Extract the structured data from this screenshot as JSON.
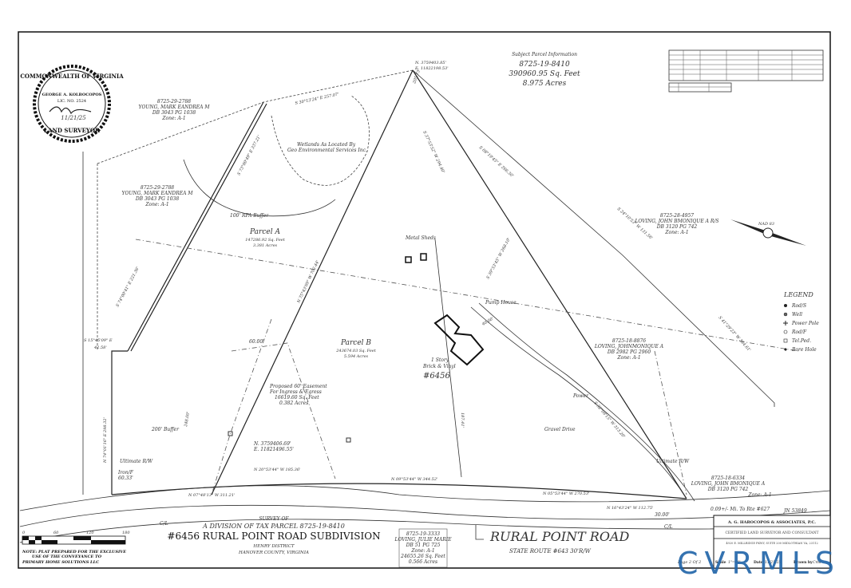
{
  "subject_parcel": {
    "heading": "Subject Parcel Information",
    "tax_id": "8725-19-8410",
    "sq_feet": "390960.95 Sq. Feet",
    "acres": "8.975 Acres"
  },
  "seal": {
    "text": "COMMONWEALTH OF VIRGINIA",
    "name": "GEORGE A. KOLBOCOPOS",
    "license": "LIC. NO. 2524",
    "date": "11/21/25",
    "title": "LAND SURVEYOR"
  },
  "north_point": {
    "coords_n": "N. 3759403.85'",
    "coords_e": "E. 11822198.53'"
  },
  "parcels": {
    "a": {
      "name": "Parcel A",
      "sq_feet": "147286.92 Sq. Feet",
      "acres": "3.381 Acres"
    },
    "b": {
      "name": "Parcel B",
      "sq_feet": "243674.03 Sq. Feet",
      "acres": "5.594 Acres"
    }
  },
  "neighbors": [
    {
      "id": "8725-29-2788",
      "owner": "YOUNG, MARK EANDREA M",
      "deed": "DB 3043 PG 1038",
      "zone": "Zone: A-1"
    },
    {
      "id": "8725-29-2788",
      "owner": "YOUNG, MARK EANDREA M",
      "deed": "DB 3043 PG 1038",
      "zone": "Zone: A-1"
    },
    {
      "id": "8725-28-4957",
      "owner": "LOVING, JOHN BMONIQUE A R/S",
      "deed": "DB 3120 PG 742",
      "zone": "Zone: A-1"
    },
    {
      "id": "8725-18-8876",
      "owner": "LOVING, JOHNMONIQUE A",
      "deed": "DB 2982 PG 2960",
      "zone": "Zone: A-1"
    },
    {
      "id": "8725-18-6334",
      "owner": "LOVING, JOHN BMONIQUE A",
      "deed": "DB 3120 PG 742",
      "zone": "Zone: A-1"
    },
    {
      "id": "8725-19-3333",
      "owner": "LOVING, JULIE MARIE",
      "deed": "DB 51 PG 725",
      "zone": "Zone: A-1",
      "sq_feet": "24655.26 Sq. Feet",
      "acres": "0.566 Acres"
    }
  ],
  "annotations": {
    "wetlands": "Wetlands As Located By",
    "wetlands2": "Geo Environmental Services Inc.",
    "rpa": "100' RPA Buffer",
    "sheds": "Metal Sheds",
    "pump": "Pump House",
    "house1": "1 Story",
    "house2": "Brick & Vinyl",
    "house_no": "#6456",
    "easement1": "Proposed 60' Easement",
    "easement2": "For Ingress & Egress",
    "easement3": "16619.60 Sq. Feet",
    "easement4": "0.382 Acres",
    "gravel": "Gravel Drive",
    "power": "Power",
    "buffer": "200' Buffer",
    "row_w": "Ultimate R/W",
    "row_e": "Ultimate R/W",
    "iron": "Iron/F",
    "iron_dist": "60.33'",
    "pt_n": "N. 3759406.69'",
    "pt_e": "E. 11821496.55'",
    "to_rte": "0.09+/- Mi. To Rte #627",
    "jn": "JN 53849",
    "cl1": "C/L",
    "cl2": "C/L",
    "thirty": "30.00'",
    "sixty": "60.00'"
  },
  "bearings": [
    "S 30°13'24\" E 257.07'",
    "S 73°00'49\" E 337.21'",
    "S 74°00'41\" E 221.36'",
    "S 15°45'09\" E",
    "42.58'",
    "N 74°01'16\" E 298.32'",
    "N 75°43'09\" W 702.44'",
    "S 37°53'52\" W 294.40'",
    "205.73'",
    "S 08°19'45\" E 266.30'",
    "S 24°10'53\" W 131.56'",
    "S 41°29'23\" W 364.61'",
    "S 39°53'45\" W 268.10'",
    "S 32°08'15\" W 313.20'",
    "187.41'",
    "N 20°53'44\" W 185.36'",
    "N 09°53'44\" W 344.52'",
    "N 05°53'44\" W 270.53'",
    "N 07°48'13\" W 311.21'",
    "N 16°43'24\" W 112.75'",
    "60.00'",
    "248.00'",
    "40.00'"
  ],
  "legend": {
    "title": "LEGEND",
    "items": [
      {
        "symbol": "filled-dot",
        "label": "Rod/S"
      },
      {
        "symbol": "well",
        "label": "Well"
      },
      {
        "symbol": "cross",
        "label": "Power Pole"
      },
      {
        "symbol": "circle",
        "label": "Rod/F"
      },
      {
        "symbol": "square",
        "label": "Tel.Ped."
      },
      {
        "symbol": "diamond",
        "label": "Bore Hole"
      }
    ]
  },
  "compass": {
    "label": "NAD 83"
  },
  "title": {
    "survey_of": "SURVEY OF",
    "line1": "A DIVISION OF TAX PARCEL 8725-19-8410",
    "line2": "#6456 RURAL POINT ROAD SUBDIVISION",
    "district": "HENRY DISTRICT",
    "county": "HANOVER COUNTY, VIRGINIA"
  },
  "road": {
    "name": "RURAL POINT ROAD",
    "route": "STATE ROUTE #643 30'R/W"
  },
  "scale_bar": {
    "ticks": [
      "0",
      "60",
      "120",
      "180"
    ]
  },
  "note": {
    "line1": "NOTE: PLAT PREPARED FOR THE EXCLUSIVE",
    "line2": "USE OF THE CONVEYANCE TO",
    "line3": "PRIMARY HOME SOLUTIONS LLC"
  },
  "title_block": {
    "firm": "A. G. HAROCOPOS & ASSOCIATES, P.C.",
    "subtitle": "CERTIFIED LAND SURVEYOR AND CONSULTANT",
    "address": "4920 E. MILLRIDGE PKWY, SUITE 200   MIDLOTHIAN VA, 23112",
    "page": "Page 2 Of 2",
    "scale_label": "Scale",
    "scale_value": "1\"=60'",
    "date_label": "Date",
    "date_value": "11/21/25",
    "drawn_label": "Drawn by",
    "drawn_value": "Cmd"
  },
  "watermark": "CVRMLS"
}
